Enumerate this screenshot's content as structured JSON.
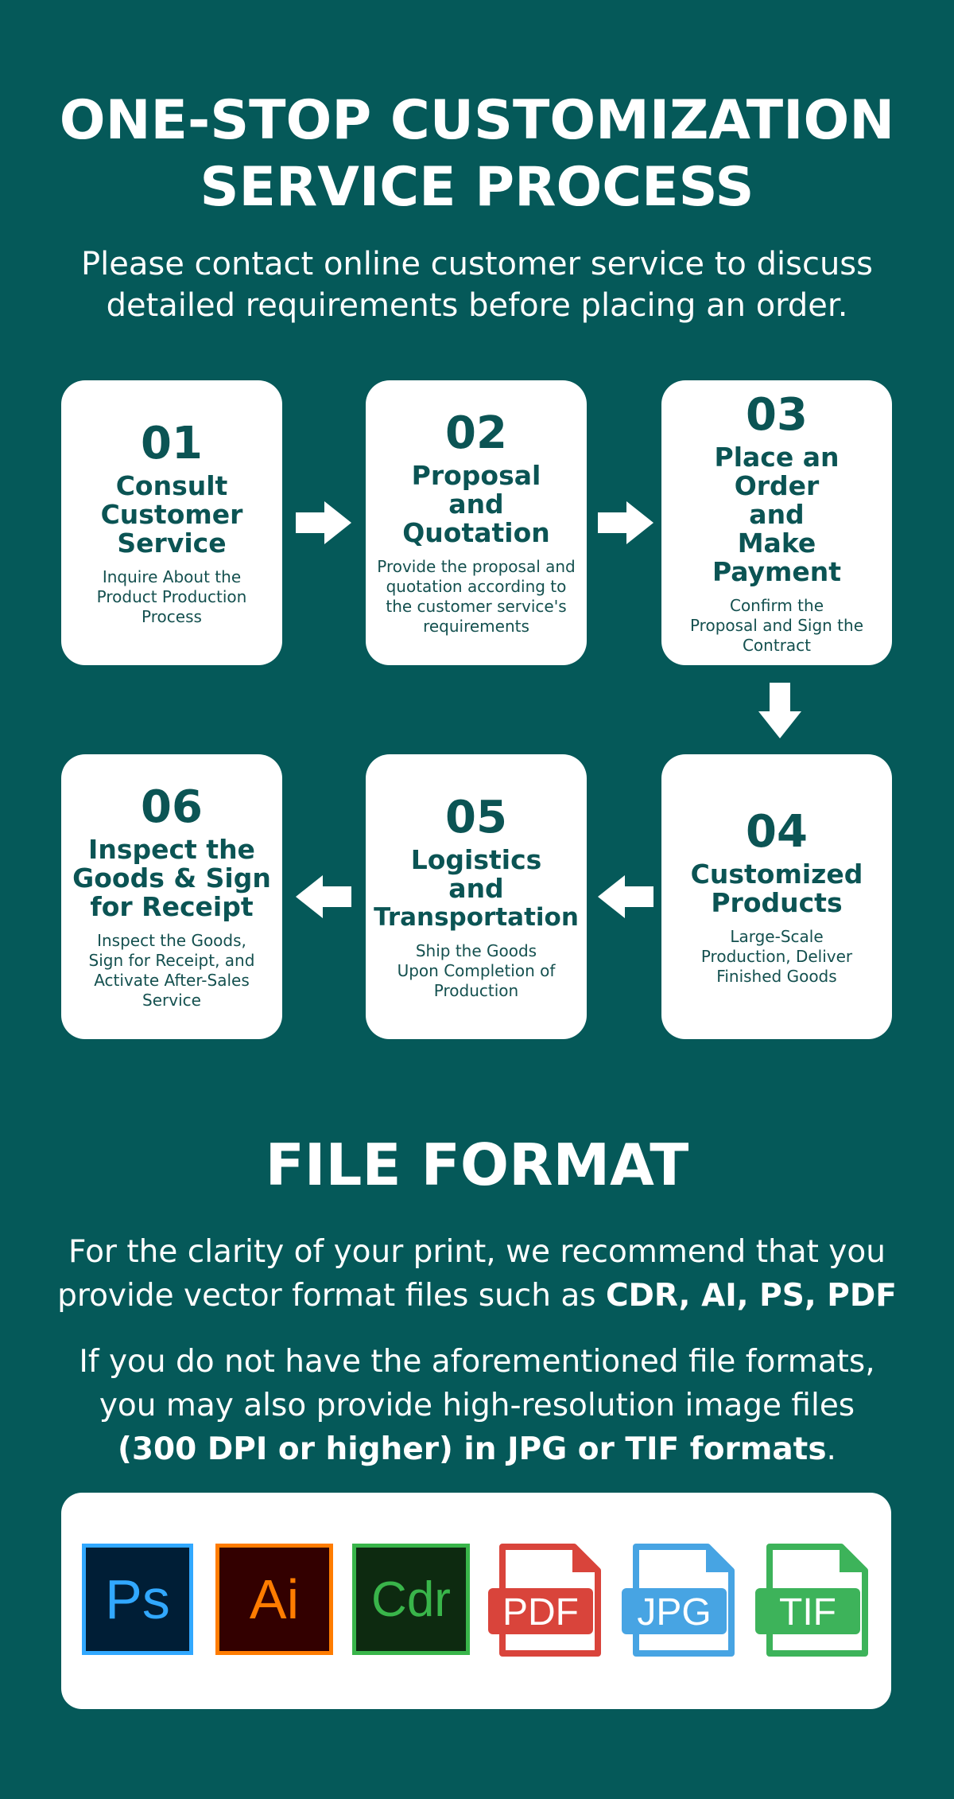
{
  "header": {
    "title_line1": "ONE-STOP CUSTOMIZATION",
    "title_line2": "SERVICE PROCESS",
    "subtitle_line1": "Please contact online customer service to discuss",
    "subtitle_line2": "detailed requirements before placing an order."
  },
  "steps": [
    {
      "num": "01",
      "title_lines": [
        "Consult",
        "Customer",
        "Service"
      ],
      "desc_lines": [
        "Inquire About the",
        "Product Production",
        "Process"
      ]
    },
    {
      "num": "02",
      "title_lines": [
        "Proposal",
        "and",
        "Quotation"
      ],
      "desc_lines": [
        "Provide the proposal and",
        "quotation according to",
        "the customer service's",
        "requirements"
      ]
    },
    {
      "num": "03",
      "title_lines": [
        "Place an Order",
        "and",
        "Make Payment"
      ],
      "desc_lines": [
        "Confirm the",
        "Proposal and Sign the",
        "Contract"
      ]
    },
    {
      "num": "04",
      "title_lines": [
        "Customized",
        "Products"
      ],
      "desc_lines": [
        "Large-Scale",
        "Production, Deliver",
        "Finished Goods"
      ]
    },
    {
      "num": "05",
      "title_lines": [
        "Logistics",
        "and",
        "Transportation"
      ],
      "desc_lines": [
        "Ship the Goods",
        "Upon Completion of",
        "Production"
      ]
    },
    {
      "num": "06",
      "title_lines": [
        "Inspect the",
        "Goods & Sign",
        "for Receipt"
      ],
      "desc_lines": [
        "Inspect the Goods,",
        "Sign for Receipt, and",
        "Activate After-Sales",
        "Service"
      ]
    }
  ],
  "file_format": {
    "title": "FILE FORMAT",
    "p1_line1": "For the clarity of your print, we recommend that you",
    "p1_line2_prefix": "provide vector format files such as ",
    "p1_line2_bold": "CDR, AI, PS,  PDF",
    "p2_line1": "If you do not have the aforementioned file formats,",
    "p2_line2": "you may also provide high-resolution image files",
    "p2_line3_bold": "(300 DPI or higher) in JPG or TIF formats",
    "p2_line3_suffix": "."
  },
  "icons": [
    {
      "name": "photoshop-icon",
      "label": "Ps",
      "color": "#31a8ff",
      "bg": "#001e36"
    },
    {
      "name": "illustrator-icon",
      "label": "Ai",
      "color": "#ff7c00",
      "bg": "#330000"
    },
    {
      "name": "coreldraw-icon",
      "label": "Cdr",
      "color": "#39b54a",
      "bg": "#0d2a10"
    },
    {
      "name": "pdf-file-icon",
      "label": "PDF",
      "color": "#d9443b"
    },
    {
      "name": "jpg-file-icon",
      "label": "JPG",
      "color": "#47a4e3"
    },
    {
      "name": "tif-file-icon",
      "label": "TIF",
      "color": "#3db35a"
    }
  ]
}
